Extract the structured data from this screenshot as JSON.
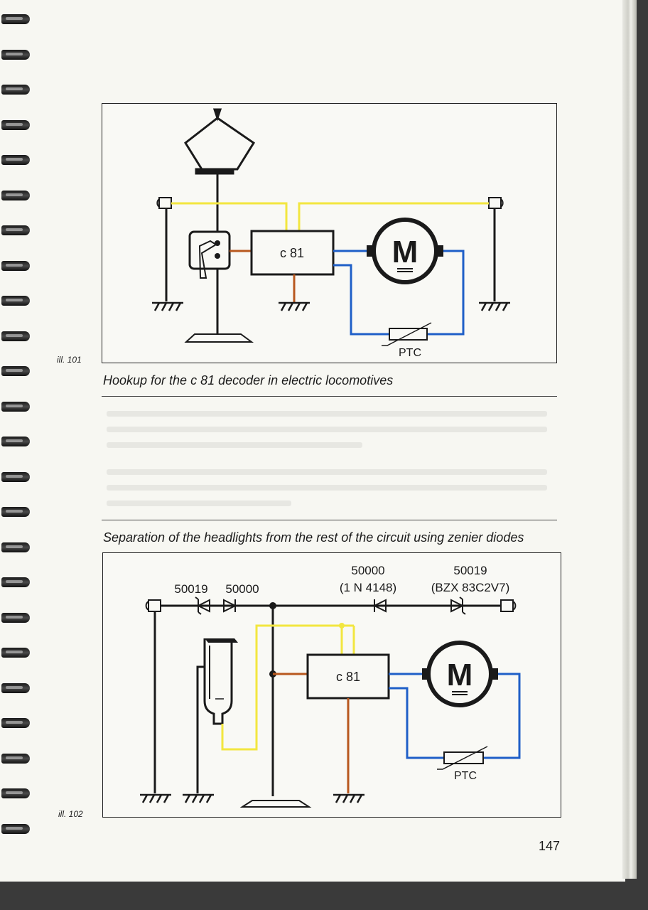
{
  "figures": [
    {
      "label": "ill. 101",
      "caption": "Hookup for the c 81 decoder in electric locomotives",
      "decoder_label": "c 81",
      "motor_label": "M",
      "ptc_label": "PTC"
    },
    {
      "label": "ill. 102",
      "caption": "Separation of the headlights from the rest of the circuit using zenier diodes",
      "decoder_label": "c 81",
      "motor_label": "M",
      "ptc_label": "PTC",
      "diodes": [
        {
          "part": "50019",
          "type": ""
        },
        {
          "part": "50000",
          "type": ""
        },
        {
          "part": "50000",
          "type": "(1 N 4148)"
        },
        {
          "part": "50019",
          "type": "(BZX 83C2V7)"
        }
      ]
    }
  ],
  "page_number": "147",
  "colors": {
    "wire_black": "#1a1a1a",
    "wire_yellow": "#f2e640",
    "wire_blue": "#1f5fc8",
    "wire_brown": "#b8581e"
  }
}
